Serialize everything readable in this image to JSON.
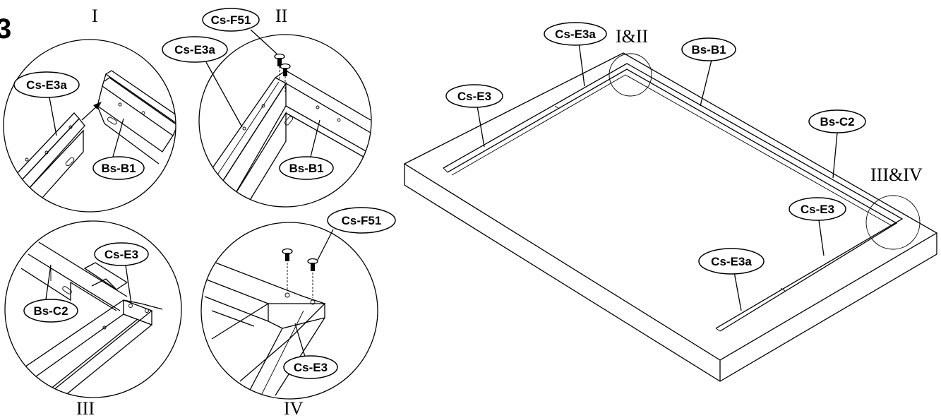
{
  "step_number": "3",
  "detail_I": {
    "roman": "I",
    "labels": {
      "cs_e3a": "Cs-E3a",
      "bs_b1": "Bs-B1"
    }
  },
  "detail_II": {
    "roman": "II",
    "labels": {
      "cs_f51": "Cs-F51",
      "cs_e3a": "Cs-E3a",
      "bs_b1": "Bs-B1"
    }
  },
  "detail_III": {
    "roman": "III",
    "labels": {
      "cs_e3": "Cs-E3",
      "bs_c2": "Bs-C2"
    }
  },
  "detail_IV": {
    "roman": "IV",
    "labels": {
      "cs_f51": "Cs-F51",
      "cs_e3": "Cs-E3"
    }
  },
  "overview": {
    "callout_1": "I&II",
    "callout_2": "III&IV",
    "labels": {
      "cs_e3a_top": "Cs-E3a",
      "bs_b1": "Bs-B1",
      "cs_e3_left": "Cs-E3",
      "bs_c2": "Bs-C2",
      "cs_e3_right": "Cs-E3",
      "cs_e3a_bottom": "Cs-E3a"
    }
  }
}
